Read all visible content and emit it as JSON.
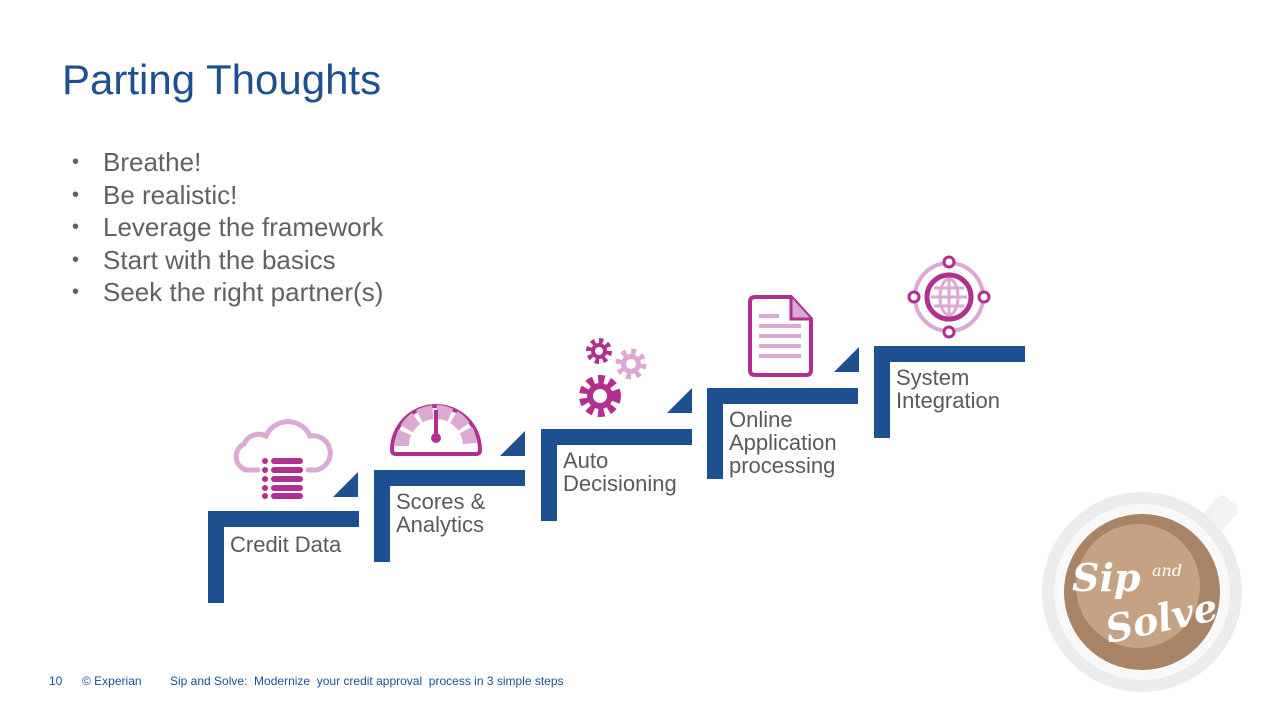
{
  "title": "Parting Thoughts",
  "bullets": [
    "Breathe!",
    "Be realistic!",
    "Leverage the framework",
    "Start with the basics",
    "Seek the right partner(s)"
  ],
  "steps": [
    {
      "label1": "Credit Data",
      "label2": "",
      "icon": "cloud-database-icon"
    },
    {
      "label1": "Scores &",
      "label2": "Analytics",
      "icon": "gauge-icon"
    },
    {
      "label1": "Auto",
      "label2": "Decisioning",
      "icon": "gears-icon"
    },
    {
      "label1": "Online",
      "label2": "Application",
      "label3": "processing",
      "icon": "document-icon"
    },
    {
      "label1": "System",
      "label2": "Integration",
      "icon": "globe-network-icon"
    }
  ],
  "footer": {
    "page": "10",
    "copyright": "© Experian",
    "subtitle": "Sip and Solve:  Modernize  your credit approval  process in 3 simple steps"
  },
  "logo": {
    "text1": "Sip",
    "text2": "and",
    "text3": "Solve"
  },
  "colors": {
    "blue": "#1d4f91",
    "magenta": "#b1308f",
    "pink": "#dba9d2"
  }
}
